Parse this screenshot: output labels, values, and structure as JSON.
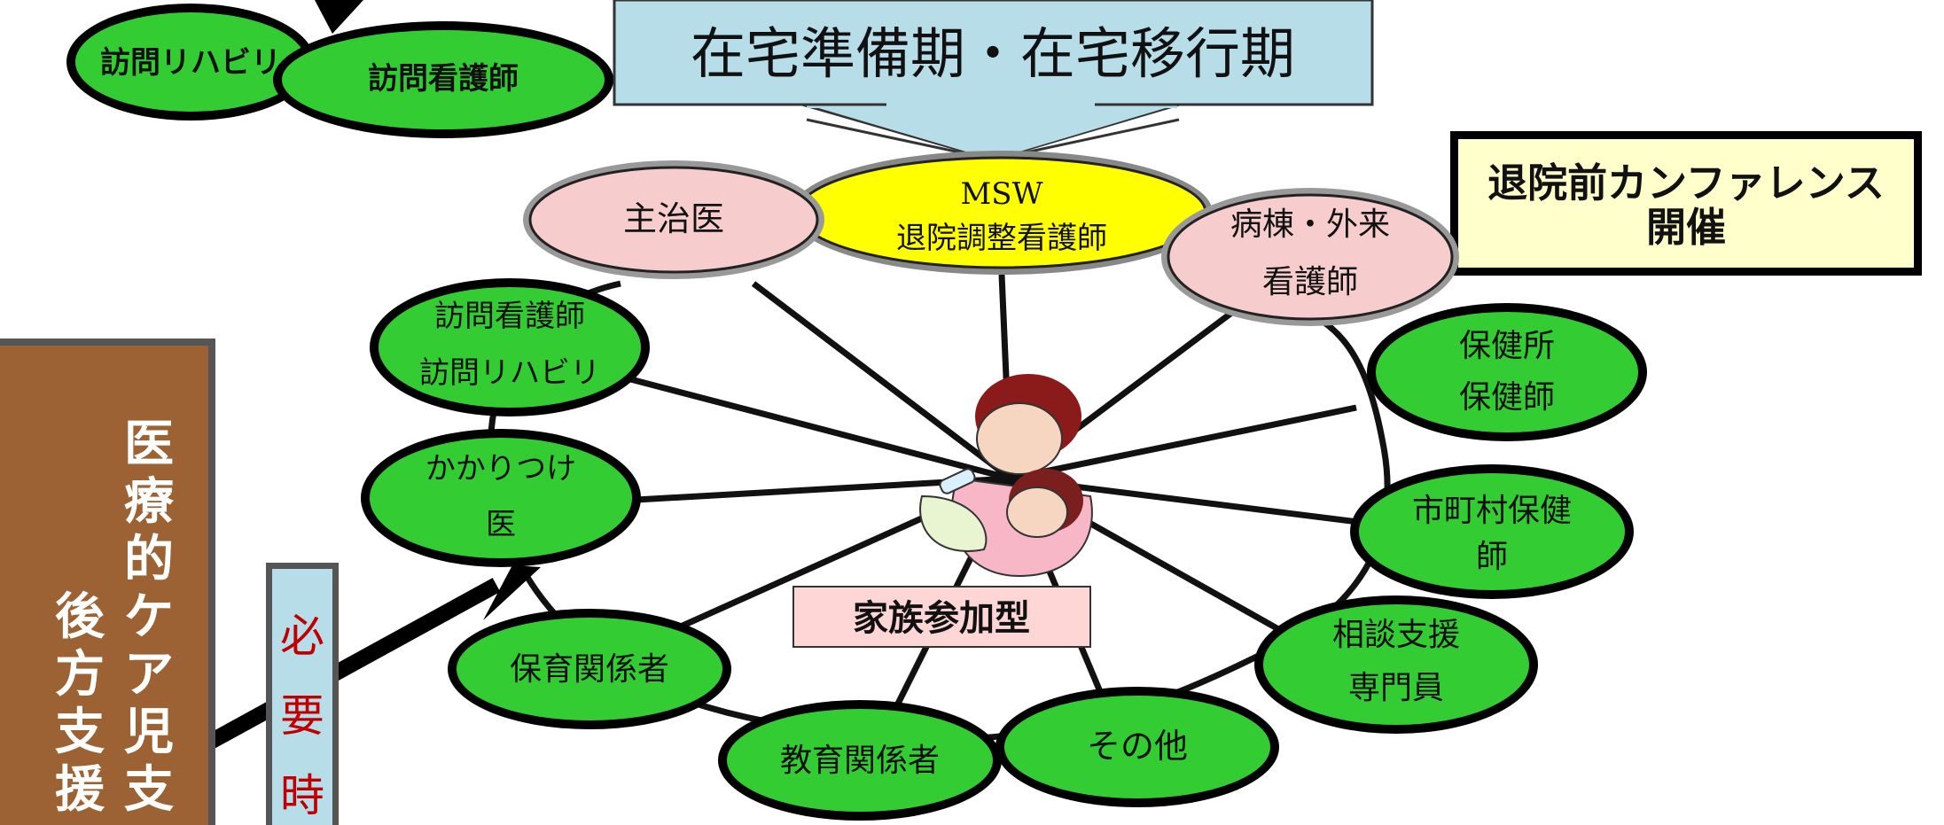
{
  "banner": {
    "title": "在宅準備期・在宅移行期"
  },
  "conference": {
    "line1": "退院前カンファレンス",
    "line2": "開催"
  },
  "top_left": {
    "node1": "訪問リハビリ",
    "node2": "訪問看護師"
  },
  "core_nodes": {
    "msw_line1": "MSW",
    "msw_line2": "退院調整看護師",
    "attending": "主治医",
    "ward_line1": "病棟・外来",
    "ward_line2": "看護師"
  },
  "outer_nodes": {
    "visit_nurse_line1": "訪問看護師",
    "visit_nurse_line2": "訪問リハビリ",
    "family_doctor_line1": "かかりつけ",
    "family_doctor_line2": "医",
    "childcare": "保育関係者",
    "education": "教育関係者",
    "other": "その他",
    "consult_line1": "相談支援",
    "consult_line2": "専門員",
    "municipal_line1": "市町村保健",
    "municipal_line2": "師",
    "health_center_line1": "保健所",
    "health_center_line2": "保健師"
  },
  "center_label": "家族参加型",
  "side_panel": {
    "col1": [
      "医",
      "療",
      "的",
      "ケ",
      "ア",
      "児",
      "支"
    ],
    "col2": [
      "後",
      "方",
      "支",
      "援"
    ]
  },
  "as_needed": [
    "必",
    "要",
    "時"
  ],
  "colors": {
    "green": "#33cc33",
    "pink": "#f7cccc",
    "yellow": "#ffff00",
    "banner": "#b7dde8",
    "cream": "#ffffcc",
    "brown": "#9c6233",
    "red_text": "#c00000"
  }
}
